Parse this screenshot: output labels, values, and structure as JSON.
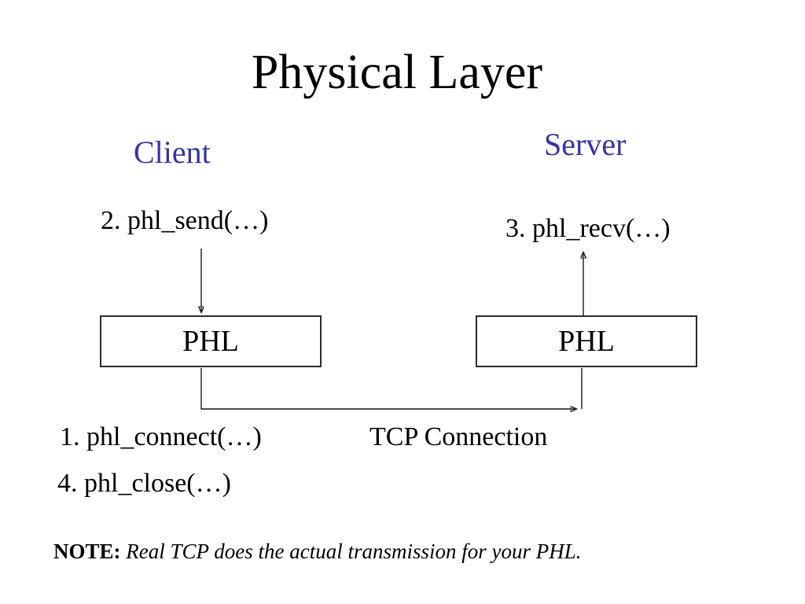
{
  "slide": {
    "title": "Physical Layer",
    "colors": {
      "background": "#ffffff",
      "endpoint_label_blue": "#3333b3",
      "text_black": "#000000",
      "line_color": "#1a1a1a"
    },
    "diagram": {
      "client_label": "Client",
      "server_label": "Server",
      "client_box_label": "PHL",
      "server_box_label": "PHL",
      "step_send": "2. phl_send(…)",
      "step_recv": "3. phl_recv(…)",
      "step_connect": "1. phl_connect(…)",
      "step_close": "4. phl_close(…)",
      "tcp_label": "TCP Connection",
      "arrows": {
        "send_arrow": "down-arrow from phl_send into client PHL box",
        "recv_arrow": "up-arrow from server PHL box to phl_recv",
        "tcp_arrow": "elbow connector from client PHL box to server PHL box"
      }
    },
    "note": {
      "prefix": "NOTE:",
      "body": " Real TCP does the actual transmission for your PHL."
    }
  }
}
